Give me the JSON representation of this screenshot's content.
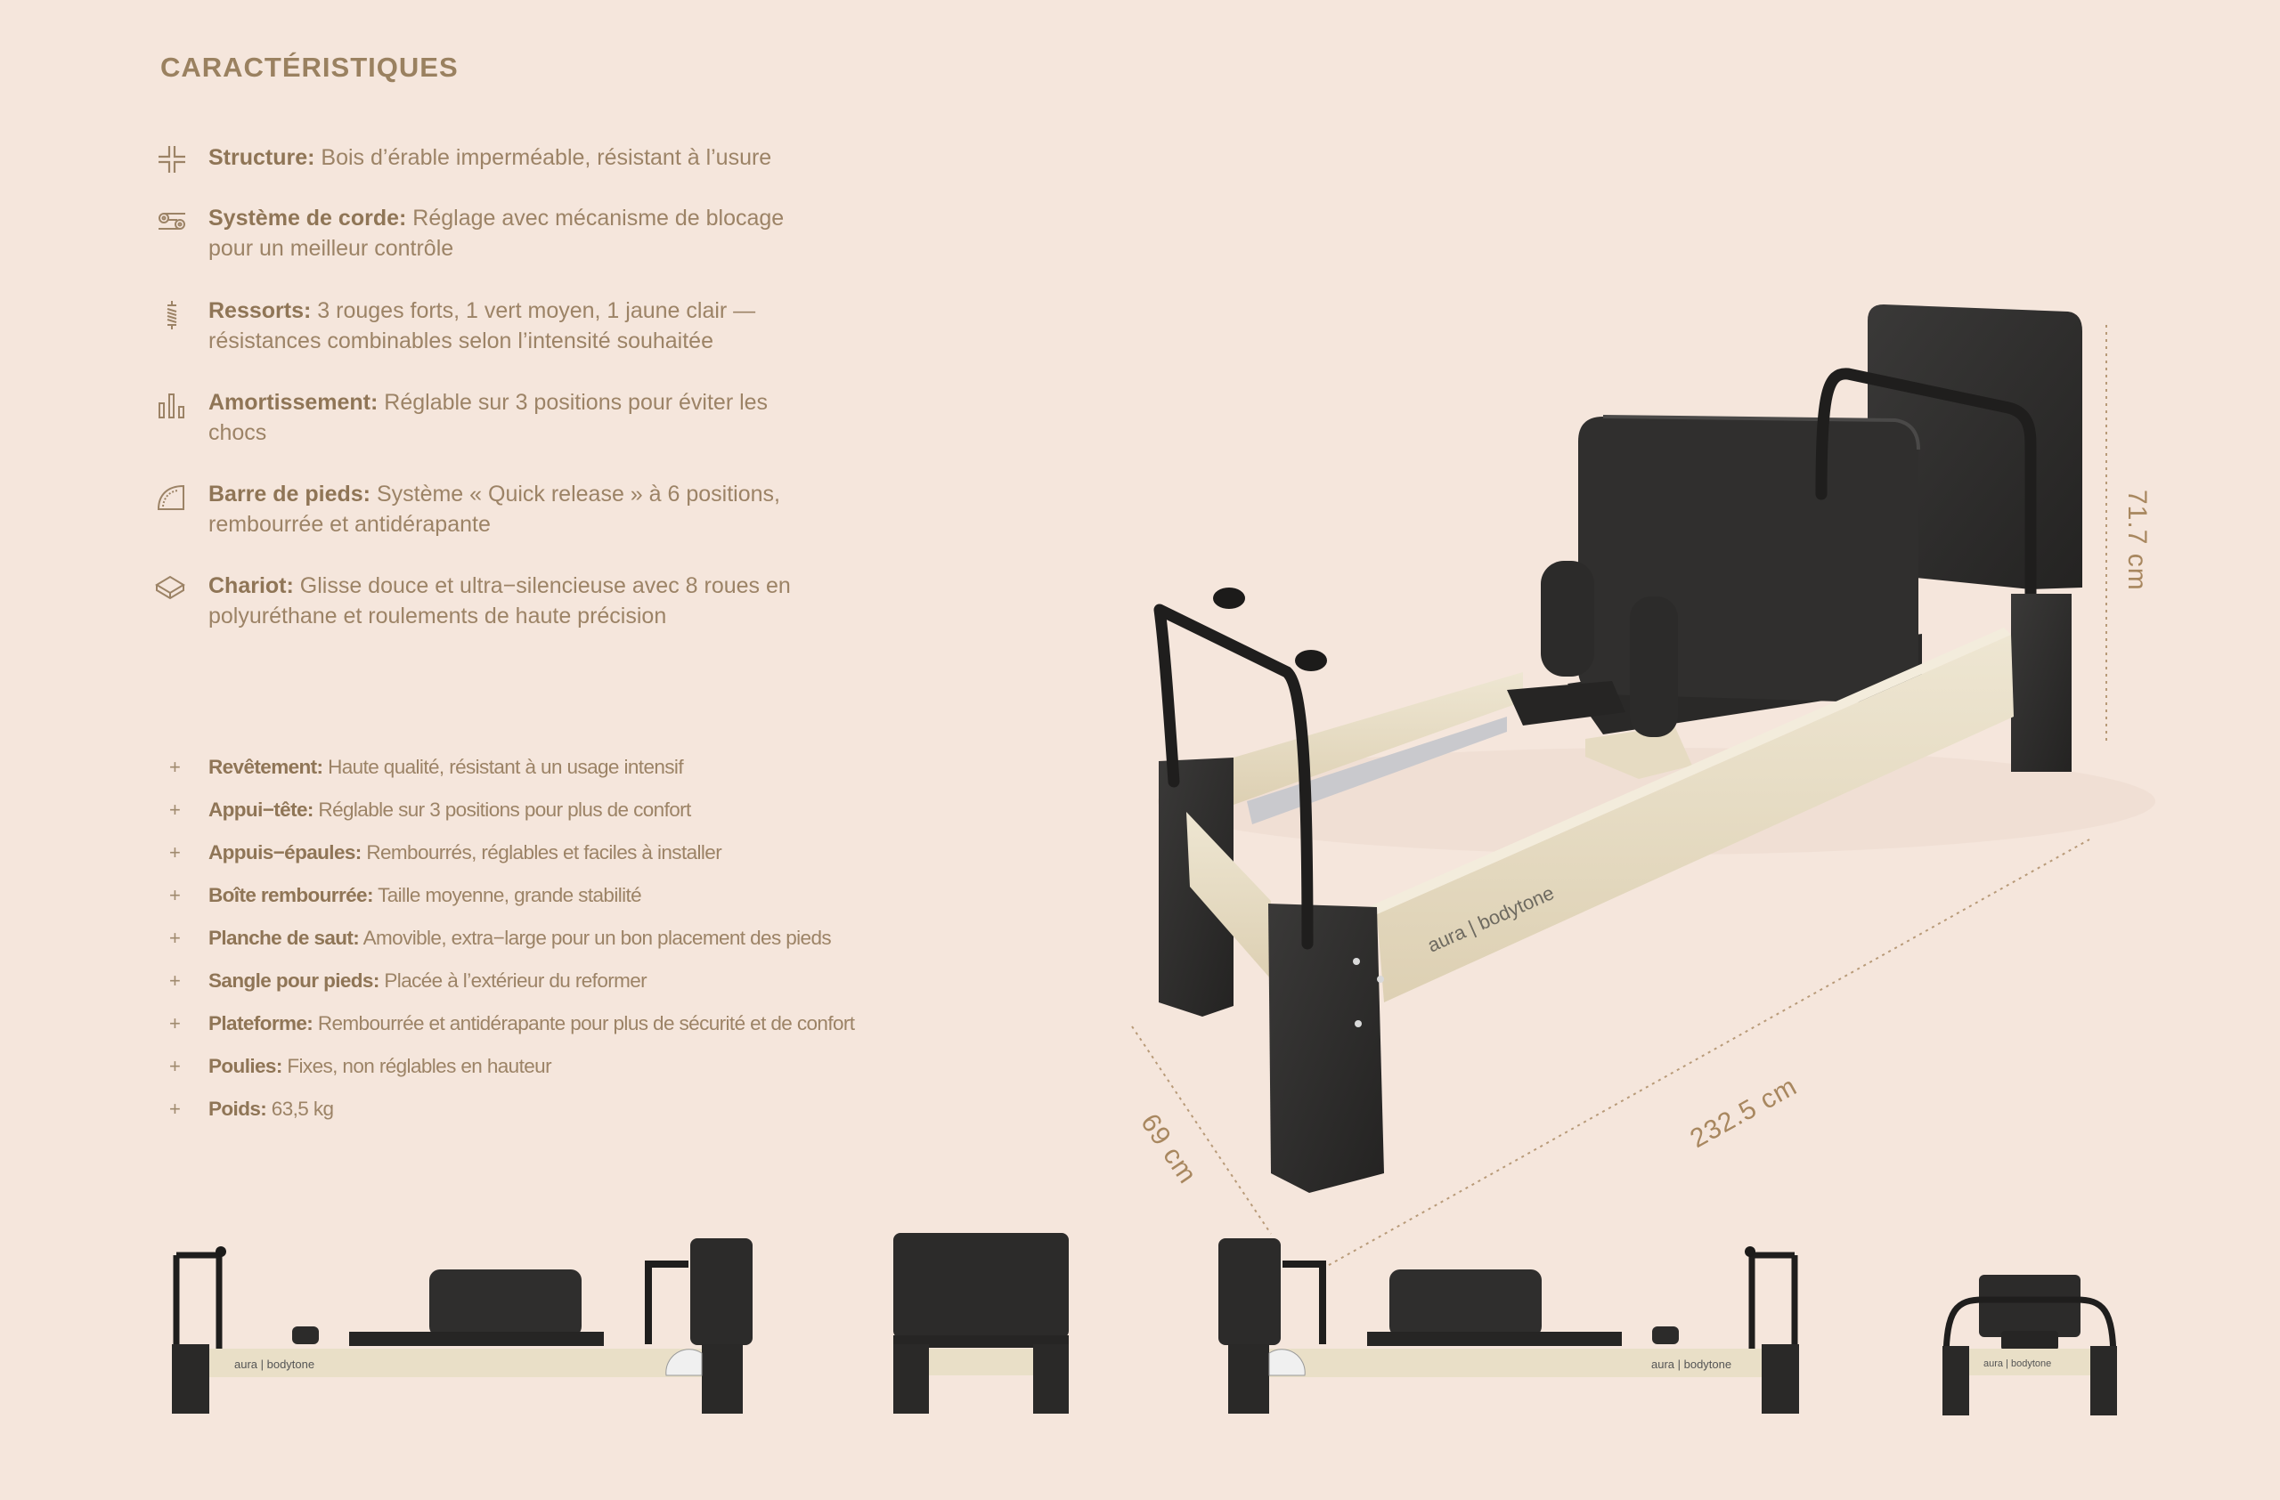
{
  "title": "CARACTÉRISTIQUES",
  "features": [
    {
      "icon": "structure-cross-icon",
      "label": "Structure:",
      "text": " Bois d’érable imperméable, résistant à l’usure"
    },
    {
      "icon": "rope-pulley-icon",
      "label": "Système de corde:",
      "text": " Réglage avec mécanisme de blocage pour un meilleur contrôle"
    },
    {
      "icon": "spring-icon",
      "label": "Ressorts:",
      "text": " 3 rouges forts, 1 vert moyen, 1 jaune clair — résistances combinables selon l’intensité souhaitée"
    },
    {
      "icon": "bars-icon",
      "label": "Amortissement:",
      "text": " Réglable sur 3 positions pour éviter les chocs"
    },
    {
      "icon": "footbar-arc-icon",
      "label": "Barre de pieds:",
      "text": " Système « Quick release » à 6 positions, rembourrée et antidérapante"
    },
    {
      "icon": "carriage-box-icon",
      "label": "Chariot:",
      "text": " Glisse douce et ultra−silencieuse avec 8 roues en polyuréthane et roulements de haute précision"
    }
  ],
  "specs": [
    {
      "label": "Revêtement:",
      "text": " Haute qualité, résistant à un usage intensif"
    },
    {
      "label": "Appui−tête:",
      "text": " Réglable sur 3 positions pour plus de confort"
    },
    {
      "label": "Appuis−épaules:",
      "text": " Rembourrés, réglables et faciles à installer"
    },
    {
      "label": "Boîte rembourrée:",
      "text": " Taille moyenne, grande stabilité"
    },
    {
      "label": "Planche de saut:",
      "text": " Amovible, extra−large pour un bon placement des pieds"
    },
    {
      "label": "Sangle pour pieds:",
      "text": " Placée à l’extérieur du reformer"
    },
    {
      "label": "Plateforme:",
      "text": " Rembourrée et antidérapante pour plus de sécurité et de confort"
    },
    {
      "label": "Poulies:",
      "text": " Fixes, non réglables en hauteur"
    },
    {
      "label": "Poids:",
      "text": " 63,5 kg"
    }
  ],
  "spec_bullet": "+",
  "dimensions": {
    "height": "71.7 cm",
    "length": "232.5 cm",
    "width": "69 cm"
  },
  "brand_logo": "aura | bodytone",
  "colors": {
    "background": "#f5e6dc",
    "text": "#9c8366",
    "frame": "#2e2d2c",
    "wood": "#e9dfc7"
  }
}
